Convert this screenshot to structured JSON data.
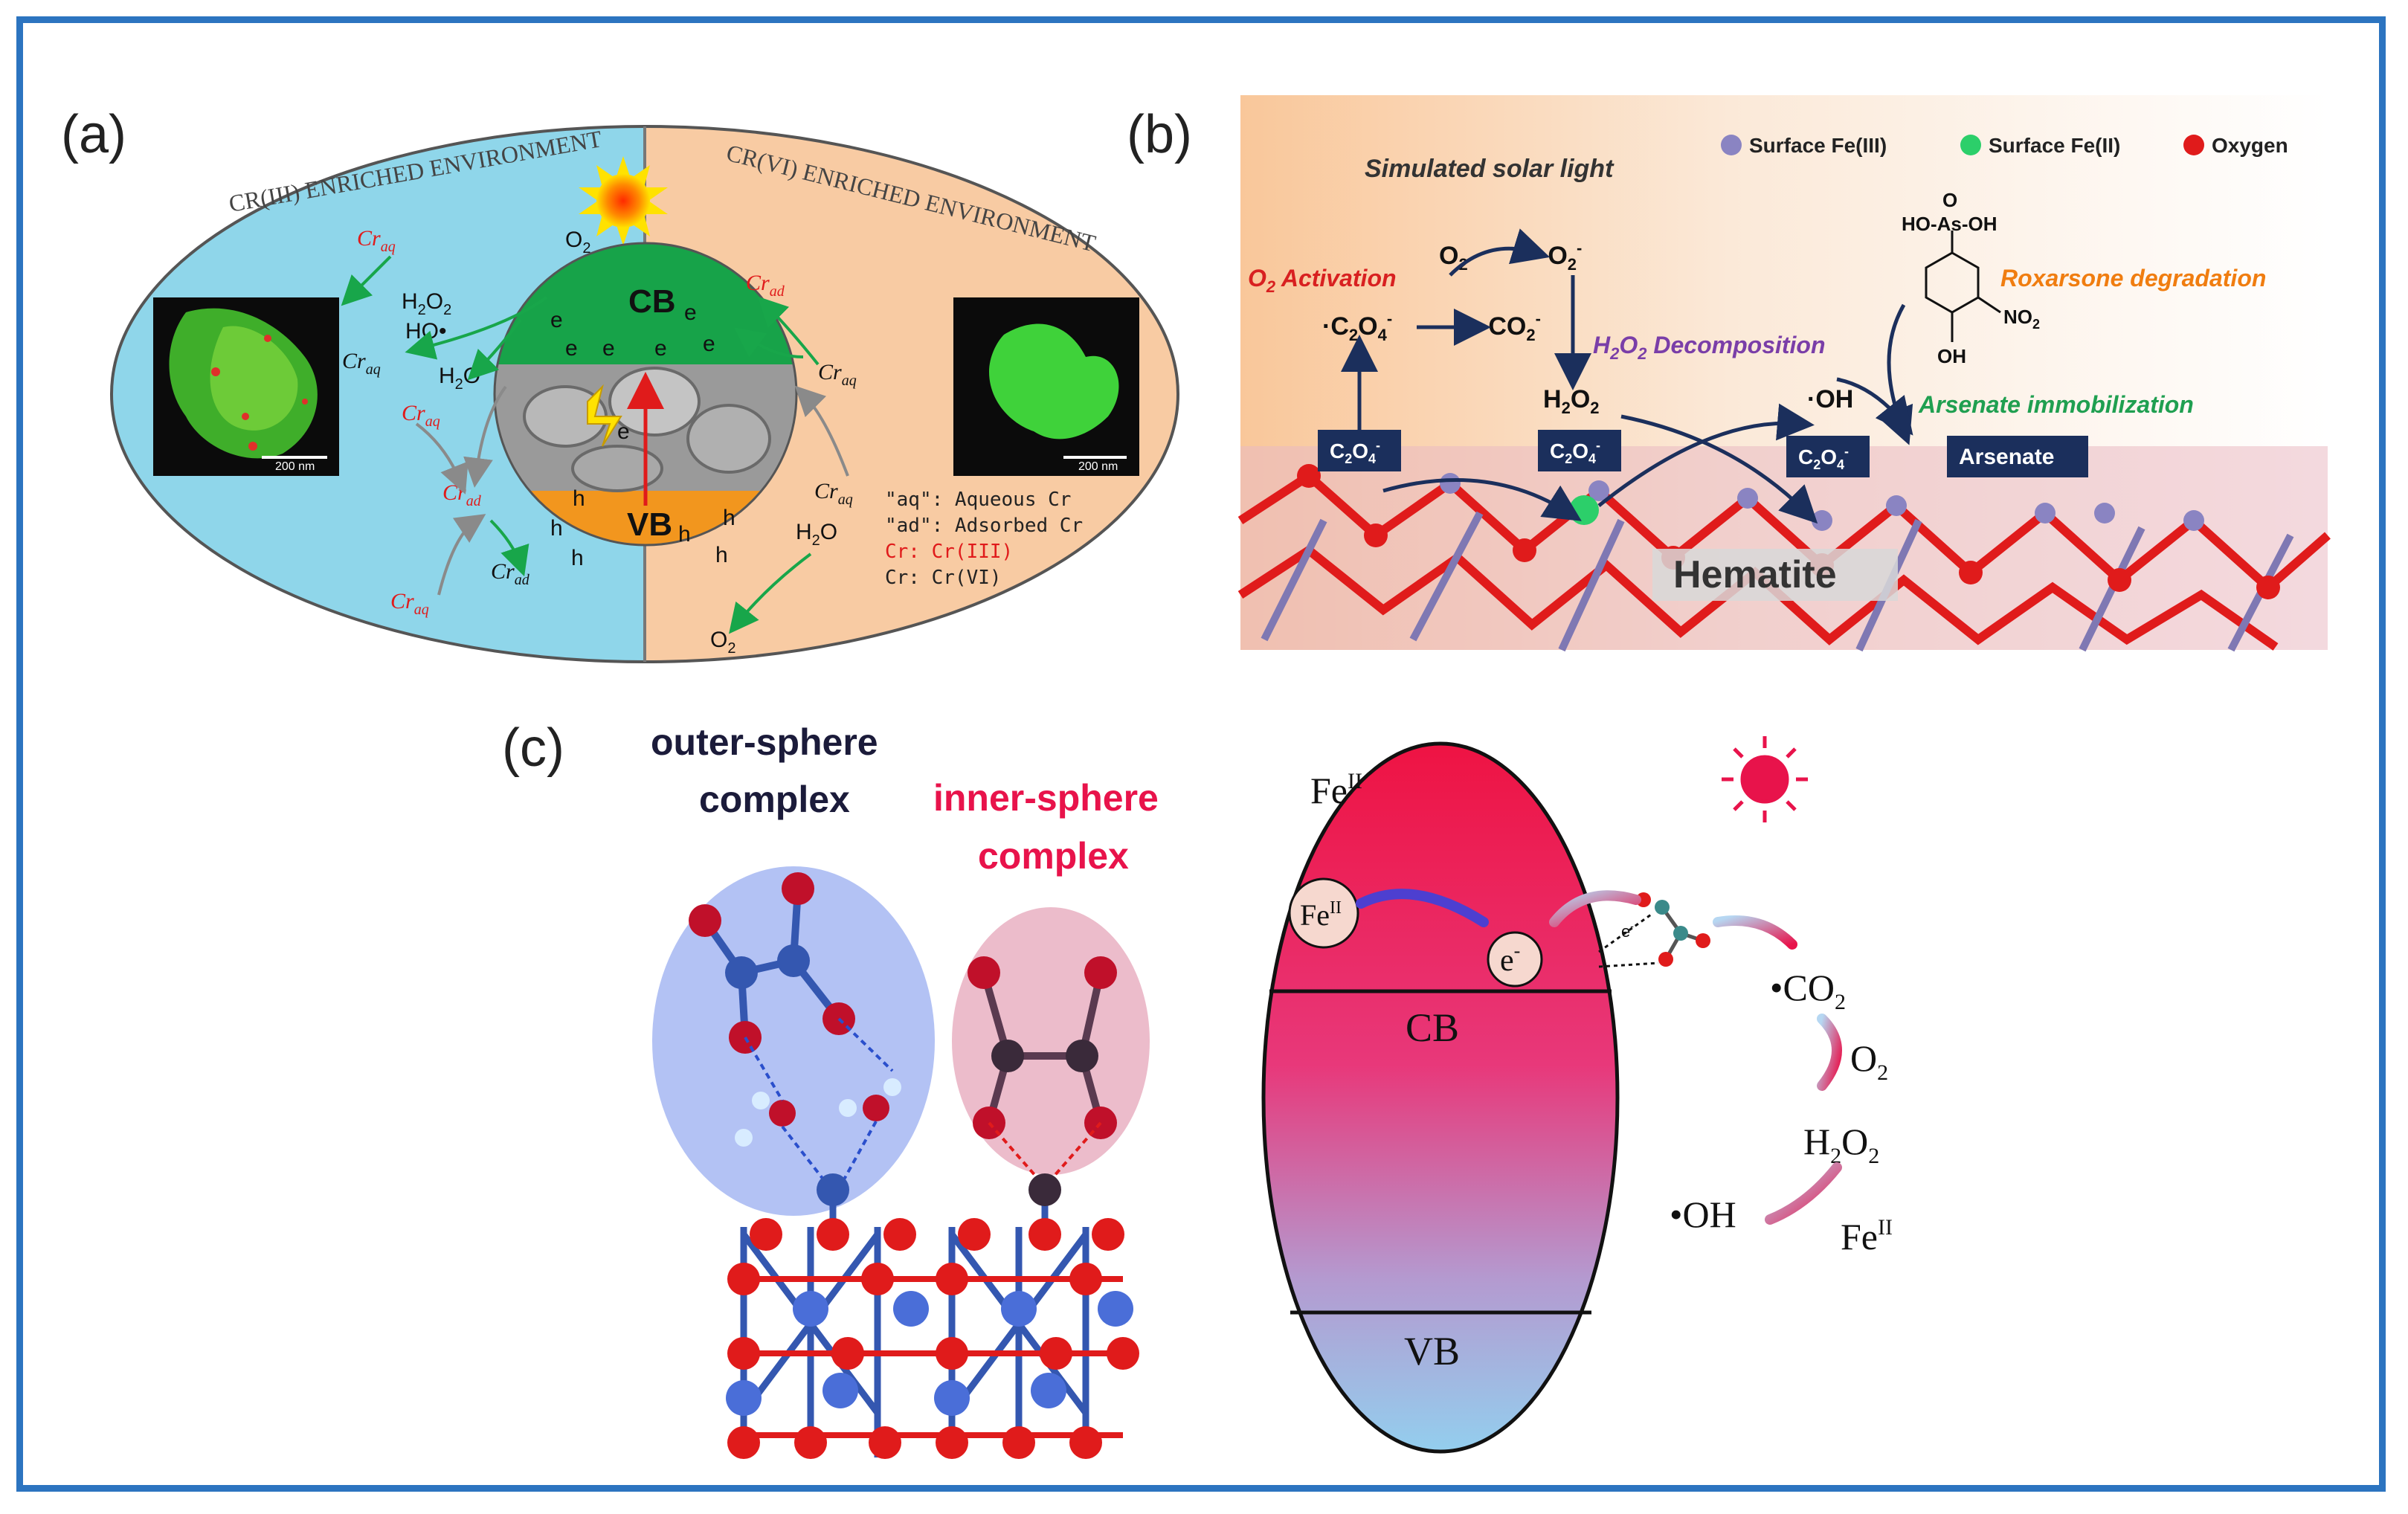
{
  "panels": {
    "a": {
      "label": "(a)",
      "left_title": "CR(III) ENRICHED ENVIRONMENT",
      "right_title": "CR(VI) ENRICHED ENVIRONMENT",
      "cb": "CB",
      "vb": "VB",
      "e": "e",
      "h": "h",
      "scale_bar": "200 nm",
      "species": {
        "o2": "O",
        "h2o2": "H",
        "ho": "HO•",
        "h2o": "H",
        "cr": "Cr",
        "aq": "aq",
        "ad": "ad"
      },
      "legend": [
        "\"aq\": Aqueous Cr",
        "\"ad\": Adsorbed Cr",
        "Cr: Cr(III)",
        "Cr: Cr(VI)"
      ]
    },
    "b": {
      "label": "(b)",
      "title": "Simulated solar light",
      "legend": [
        "Surface Fe(III)",
        "Surface Fe(II)",
        "Oxygen"
      ],
      "o2_activation": "O",
      "o2_activation_rest": " Activation",
      "h2o2_decomp": "H",
      "h2o2_decomp_rest": "O",
      "h2o2_decomp_tail": " Decomposition",
      "roxarsone": "Roxarsone degradation",
      "arsenate_imm": "Arsenate immobilization",
      "arsenate": "Arsenate",
      "hematite": "Hematite",
      "oh": "·OH",
      "as_formula": "HO-As-OH",
      "no2": "NO",
      "oh_sub": "OH"
    },
    "c": {
      "label": "(c)",
      "outer_1": "outer-sphere",
      "outer_2": "complex",
      "inner_1": "inner-sphere",
      "inner_2": "complex",
      "cb": "CB",
      "vb": "VB",
      "fe": "Fe",
      "fe_sup": "II",
      "e": "e",
      "co2": "•CO",
      "o2": "O",
      "h2o2": "H",
      "oh": "•OH"
    }
  },
  "colors": {
    "frame": "#2c74c0",
    "cyan": "#8fd6ea",
    "peach": "#f8cba3",
    "green": "#18a64a",
    "orange": "#f2961e",
    "navy": "#1b2f5c",
    "red": "#d81e2c",
    "pink": "#e8134b"
  }
}
